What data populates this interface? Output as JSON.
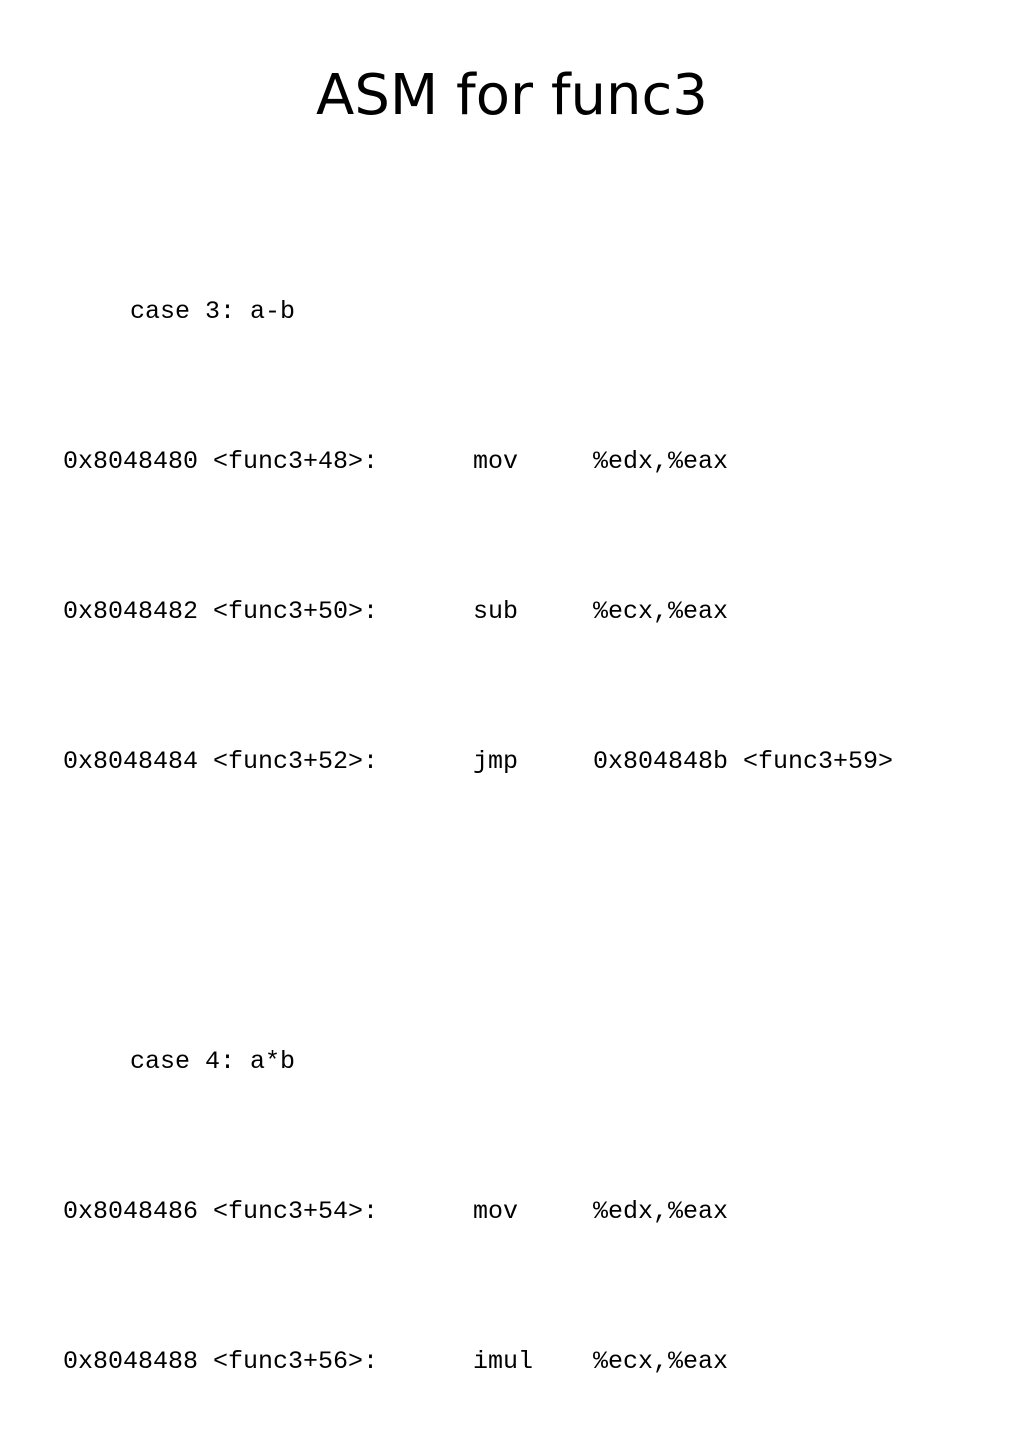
{
  "slide": {
    "title": "ASM for func3"
  },
  "blocks": [
    {
      "case_label": "case 3: a-b",
      "lines": [
        {
          "addr": "0x8048480 <func3+48>:",
          "op": "mov",
          "args": "%edx,%eax"
        },
        {
          "addr": "0x8048482 <func3+50>:",
          "op": "sub",
          "args": "%ecx,%eax"
        },
        {
          "addr": "0x8048484 <func3+52>:",
          "op": "jmp",
          "args": "0x804848b <func3+59>"
        }
      ]
    },
    {
      "case_label": "case 4: a*b",
      "lines": [
        {
          "addr": "0x8048486 <func3+54>:",
          "op": "mov",
          "args": "%edx,%eax"
        },
        {
          "addr": "0x8048488 <func3+56>:",
          "op": "imul",
          "args": "%ecx,%eax"
        }
      ]
    }
  ]
}
